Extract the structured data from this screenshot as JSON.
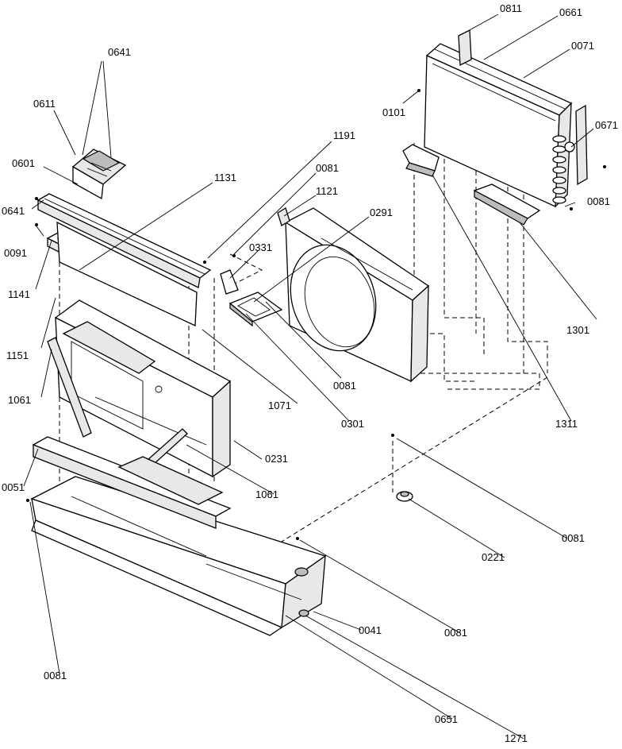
{
  "labels": [
    {
      "id": "0811a",
      "text": "0811"
    },
    {
      "id": "0661",
      "text": "0661"
    },
    {
      "id": "0071",
      "text": "0071"
    },
    {
      "id": "0641a",
      "text": "0641"
    },
    {
      "id": "0611",
      "text": "0611"
    },
    {
      "id": "0101",
      "text": "0101"
    },
    {
      "id": "0671",
      "text": "0671"
    },
    {
      "id": "1191",
      "text": "1191"
    },
    {
      "id": "0601",
      "text": "0601"
    },
    {
      "id": "1131",
      "text": "1131"
    },
    {
      "id": "0081a",
      "text": "0081"
    },
    {
      "id": "1121",
      "text": "1121"
    },
    {
      "id": "0081b",
      "text": "0081"
    },
    {
      "id": "0291",
      "text": "0291"
    },
    {
      "id": "0641b",
      "text": "0641"
    },
    {
      "id": "0091",
      "text": "0091"
    },
    {
      "id": "0331",
      "text": "0331"
    },
    {
      "id": "1141",
      "text": "1141"
    },
    {
      "id": "1301",
      "text": "1301"
    },
    {
      "id": "1151",
      "text": "1151"
    },
    {
      "id": "0081c",
      "text": "0081"
    },
    {
      "id": "1061a",
      "text": "1061"
    },
    {
      "id": "1071",
      "text": "1071"
    },
    {
      "id": "0301",
      "text": "0301"
    },
    {
      "id": "1311",
      "text": "1311"
    },
    {
      "id": "0231",
      "text": "0231"
    },
    {
      "id": "0051",
      "text": "0051"
    },
    {
      "id": "1061b",
      "text": "1061"
    },
    {
      "id": "0081d",
      "text": "0081"
    },
    {
      "id": "0221",
      "text": "0221"
    },
    {
      "id": "0041",
      "text": "0041"
    },
    {
      "id": "0081e",
      "text": "0081"
    },
    {
      "id": "0081f",
      "text": "0081"
    },
    {
      "id": "0651",
      "text": "0651"
    },
    {
      "id": "1271",
      "text": "1271"
    }
  ]
}
